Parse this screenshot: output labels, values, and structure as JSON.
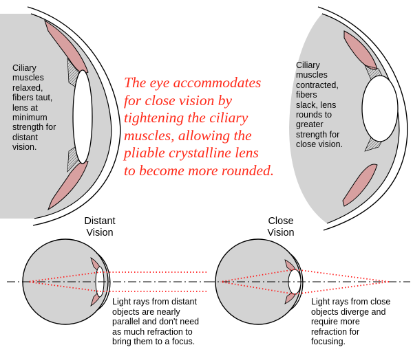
{
  "headline": "The eye accommodates\n for close vision by\ntightening the ciliary\nmuscles, allowing the\npliable crystalline lens\nto become more rounded.",
  "relaxed_label": "Ciliary\nmuscles\nrelaxed,\nfibers taut,\nlens at\nminimum\nstrength for\ndistant\nvision.",
  "contracted_label": "Ciliary\nmuscles\ncontracted,\nfibers\nslack, lens\nrounds to\ngreater\nstrength for\nclose vision.",
  "distant": {
    "heading": "Distant\nVision",
    "caption": "Light rays from distant\nobjects are nearly\nparallel and don't need\nas much refraction to\nbring them to a focus."
  },
  "close": {
    "heading": "Close\nVision",
    "caption": "Light rays from close\nobjects diverge and\nrequire more\nrefraction for\nfocusing."
  },
  "colors": {
    "eyeball": "#d3d3d3",
    "muscle": "#d8a0a0",
    "ray": "#ff1a1a",
    "headline": "#ff2a1a"
  }
}
